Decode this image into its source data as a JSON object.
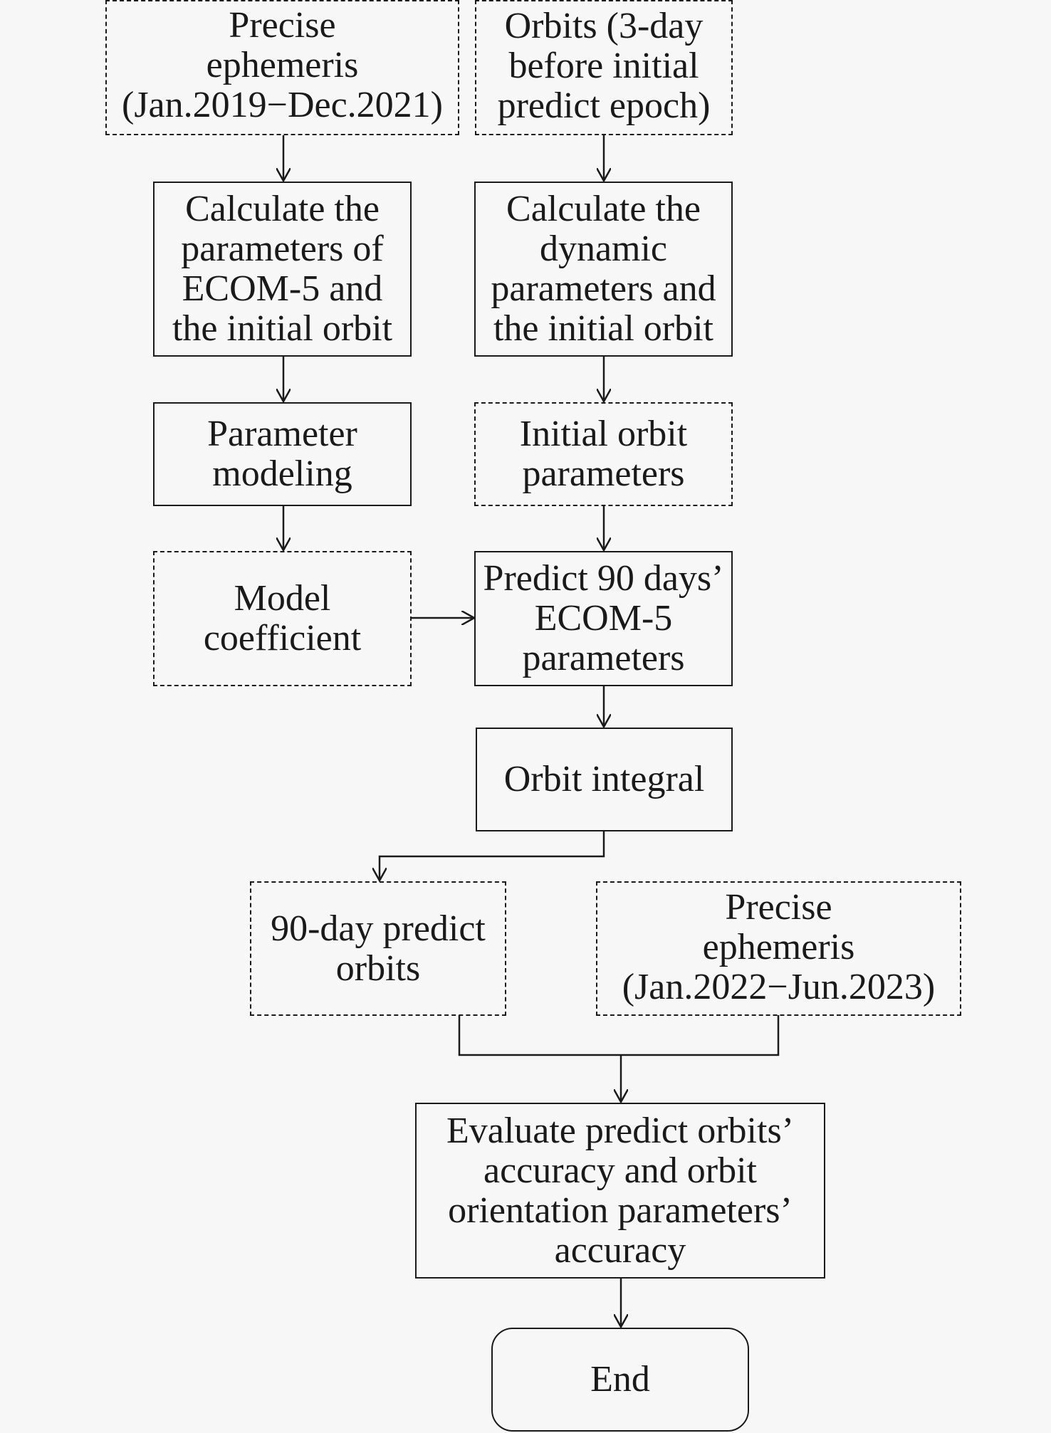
{
  "diagram": {
    "nodes": {
      "precise_ephemeris_2019": "Precise\nephemeris\n(Jan.2019−Dec.2021)",
      "orbits_3day": "Orbits (3-day\nbefore initial\npredict epoch)",
      "calc_ecom5": "Calculate the\nparameters of\nECOM-5 and\nthe initial orbit",
      "calc_dynamic": "Calculate the\ndynamic\nparameters and\nthe initial orbit",
      "parameter_modeling": "Parameter\nmodeling",
      "initial_orbit_params": "Initial orbit\nparameters",
      "model_coefficient": "Model\ncoefficient",
      "predict_90_days": "Predict 90 days’\nECOM-5\nparameters",
      "orbit_integral": "Orbit integral",
      "predict_orbits_90day": "90-day predict\norbits",
      "precise_ephemeris_2022": "Precise\nephemeris\n(Jan.2022−Jun.2023)",
      "evaluate": "Evaluate predict orbits’\naccuracy and orbit\norientation parameters’\naccuracy",
      "end": "End"
    }
  }
}
